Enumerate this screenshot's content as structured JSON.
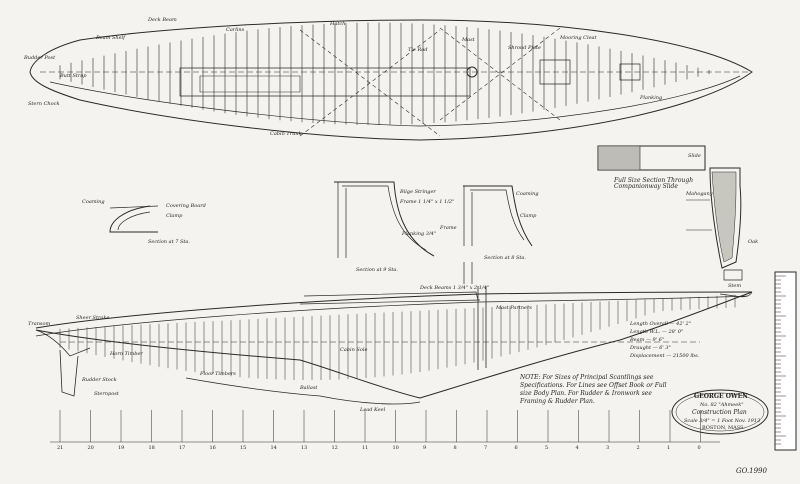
{
  "views": {
    "deck_plan": {
      "labels": {
        "a": "Deck Beam",
        "b": "Carlins",
        "c": "Beam Shelf",
        "d": "Hatch",
        "e": "Mast",
        "f": "Shroud Plate",
        "g": "Tie Rod",
        "h": "Butt Strap",
        "i": "Cabin Trunk",
        "j": "Mooring Cleat",
        "k": "Stern Chock",
        "l": "Planking",
        "m": "Rudder Post"
      }
    },
    "profile": {
      "labels": {
        "a": "Stem",
        "b": "Sheer Strake",
        "c": "Deck Beams 1 3/4\" x 2 1/4\"",
        "d": "Mast Partners",
        "e": "Cabin Sole",
        "f": "Floor Timbers",
        "g": "Lead Keel",
        "h": "Ballast",
        "i": "Rudder Stock",
        "j": "Sternpost",
        "k": "Horn Timber",
        "l": "Transom"
      }
    },
    "sections": {
      "left": "Section at 7 Sta.",
      "center_top": "Section at 9 Sta.",
      "center_bottom": "Section at 8 Sta.",
      "right": "Full Size Section Through Companionway Slide",
      "labels": {
        "a": "Coaming",
        "b": "Covering Board",
        "c": "Clamp",
        "d": "Bilge Stringer",
        "e": "Frame 1 1/4\" x 1 1/2\"",
        "f": "Planking 3/4\"",
        "g": "Coaming",
        "h": "Clamp",
        "i": "Frame",
        "j": "Slide",
        "k": "Mahogany",
        "l": "Oak"
      }
    }
  },
  "notes": {
    "main": "NOTE: For Sizes of Principal Scantlings see Specifications. For Lines see Offset Book or Full size Body Plan. For Rudder & Ironwork see Framing & Rudder Plan.",
    "dimensions": [
      "Length Overall — 42' 2\"",
      "Length W.L. — 28' 0\"",
      "Beam — 9' 6\"",
      "Draught — 6' 3\"",
      "Displacement — 21500 lbs."
    ]
  },
  "title_stamp": {
    "name": "GEORGE OWEN",
    "vessel": "No. 82 \"Ahmeek\"",
    "title": "Construction Plan",
    "scale": "Scale 3/4\" = 1 Foot  Nov. 1913",
    "place": "BOSTON, MASS."
  },
  "station_numbers": [
    "21",
    "20",
    "19",
    "18",
    "17",
    "16",
    "15",
    "14",
    "13",
    "12",
    "11",
    "10",
    "9",
    "8",
    "7",
    "6",
    "5",
    "4",
    "3",
    "2",
    "1",
    "0"
  ],
  "sheet_number": "GO.1990",
  "colors": {
    "ink": "#2a2a2a",
    "paper": "#f4f3ef"
  }
}
